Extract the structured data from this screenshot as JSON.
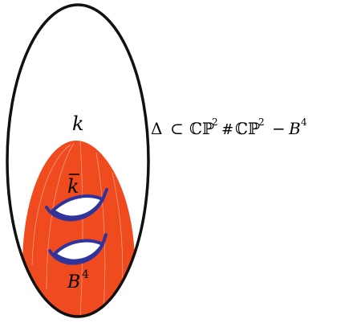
{
  "diagram": {
    "labels": {
      "k": "k",
      "k_bar": "k",
      "b4_base": "B",
      "b4_exp": "4",
      "ambient": {
        "delta": "Δ",
        "subset": "⊂",
        "cp_first": "ℂℙ",
        "sq_first": "2",
        "connect_sum": "#",
        "cp_second": "ℂℙ",
        "sq_second": "2",
        "minus": "−",
        "b_base": "B",
        "b_exp": "4"
      }
    },
    "colors": {
      "outline": "#111111",
      "surface_fill": "#F04A1F",
      "handle_stroke": "#30349A",
      "handle_fill": "#FFFFFF"
    }
  }
}
